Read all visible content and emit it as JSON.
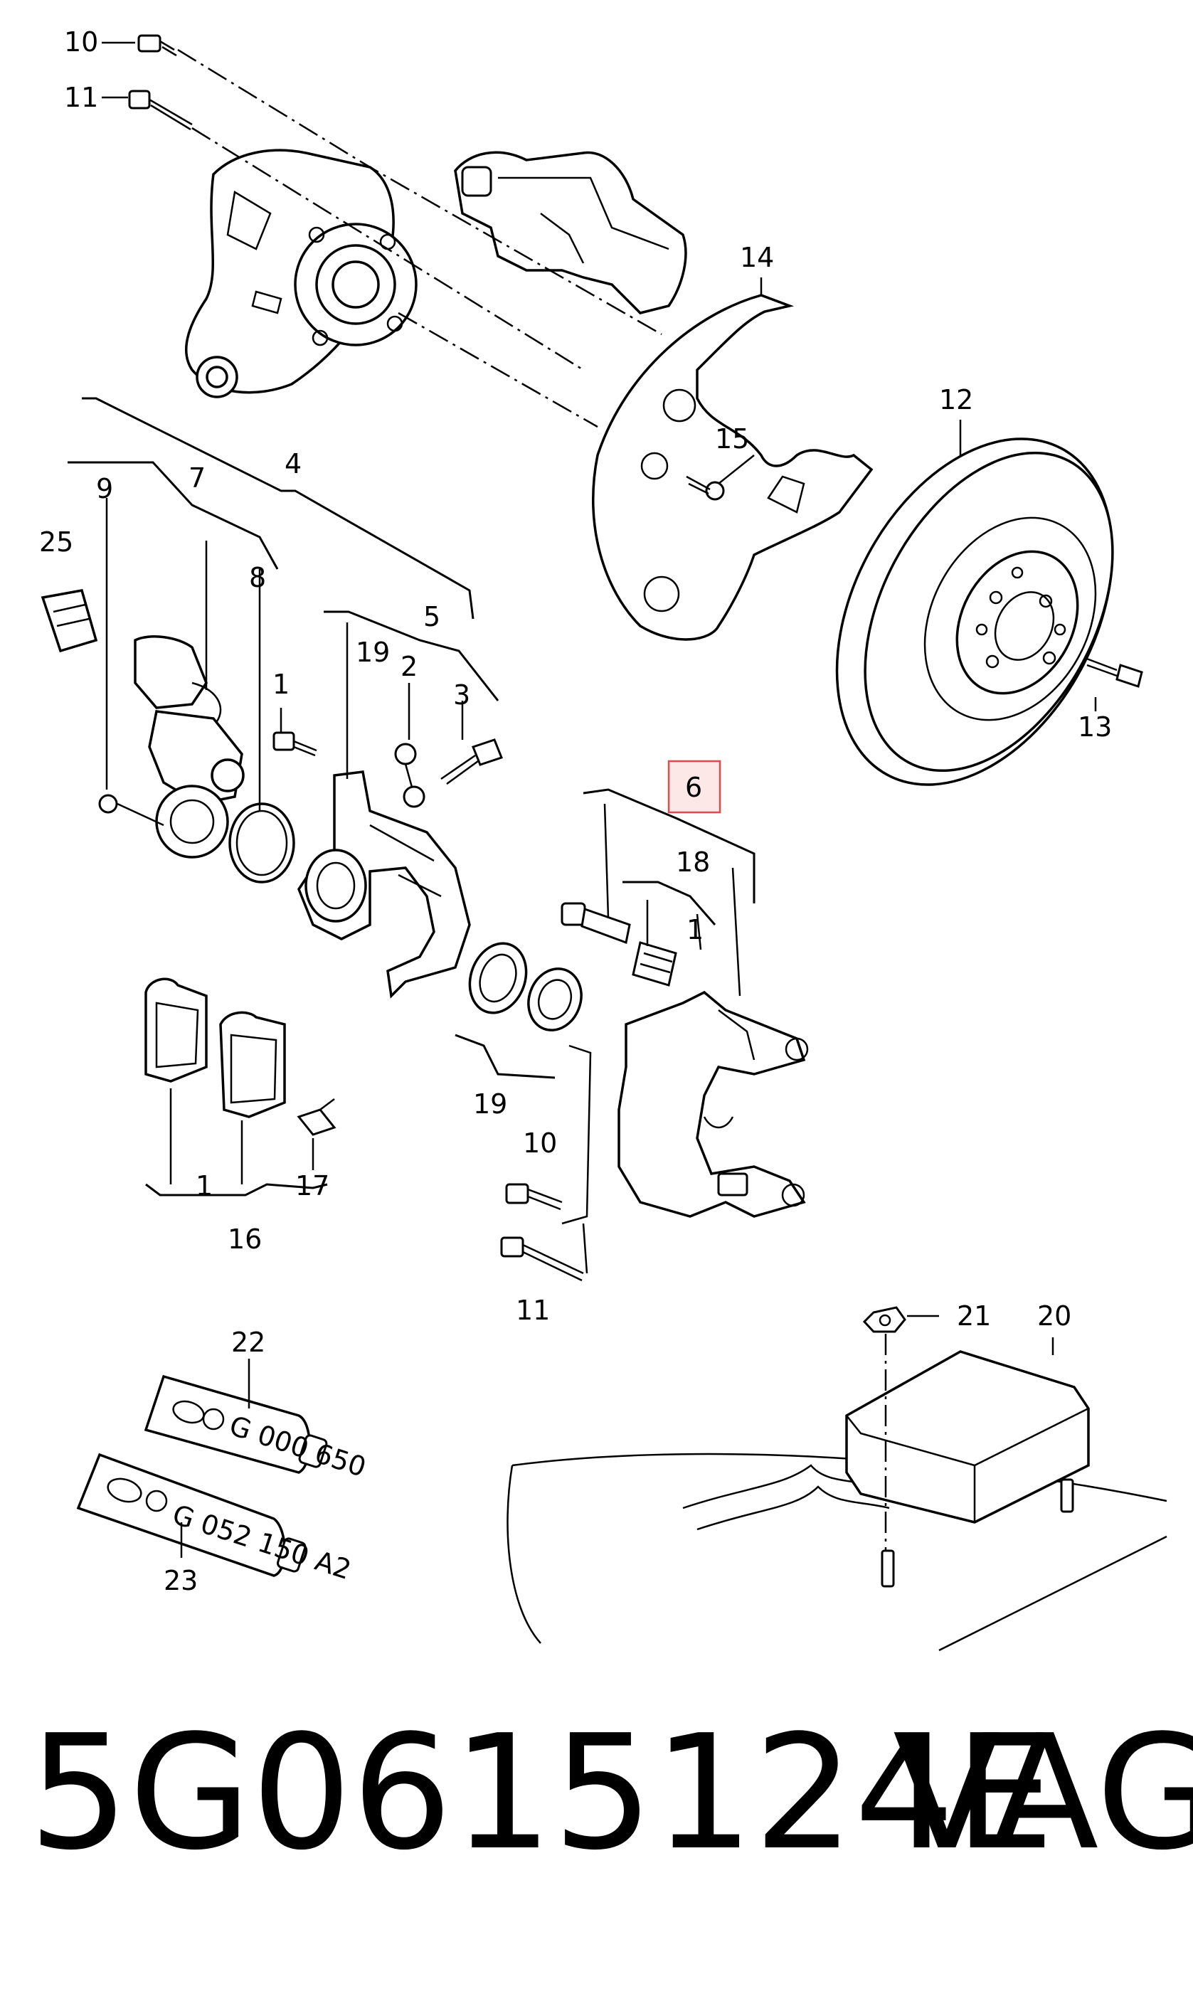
{
  "callouts": {
    "c10a": "10",
    "c11a": "11",
    "c14": "14",
    "c12": "12",
    "c15": "15",
    "c13": "13",
    "c4": "4",
    "c9": "9",
    "c7": "7",
    "c25": "25",
    "c8": "8",
    "c5": "5",
    "c19a": "19",
    "c2": "2",
    "c3": "3",
    "c1a": "1",
    "c6": "6",
    "c18": "18",
    "c1b": "1",
    "c19b": "19",
    "c10b": "10",
    "c11b": "11",
    "c1c": "1",
    "c17": "17",
    "c16": "16",
    "c21": "21",
    "c20": "20",
    "c22": "22",
    "c23": "23"
  },
  "tubes": {
    "tube22_code": "G 000 650",
    "tube23_code": "G 052 150 A2"
  },
  "highlight": {
    "label": "6",
    "color": "#e0494f"
  },
  "caption": {
    "part_number": "5G0615124E",
    "brand": "VAG"
  }
}
